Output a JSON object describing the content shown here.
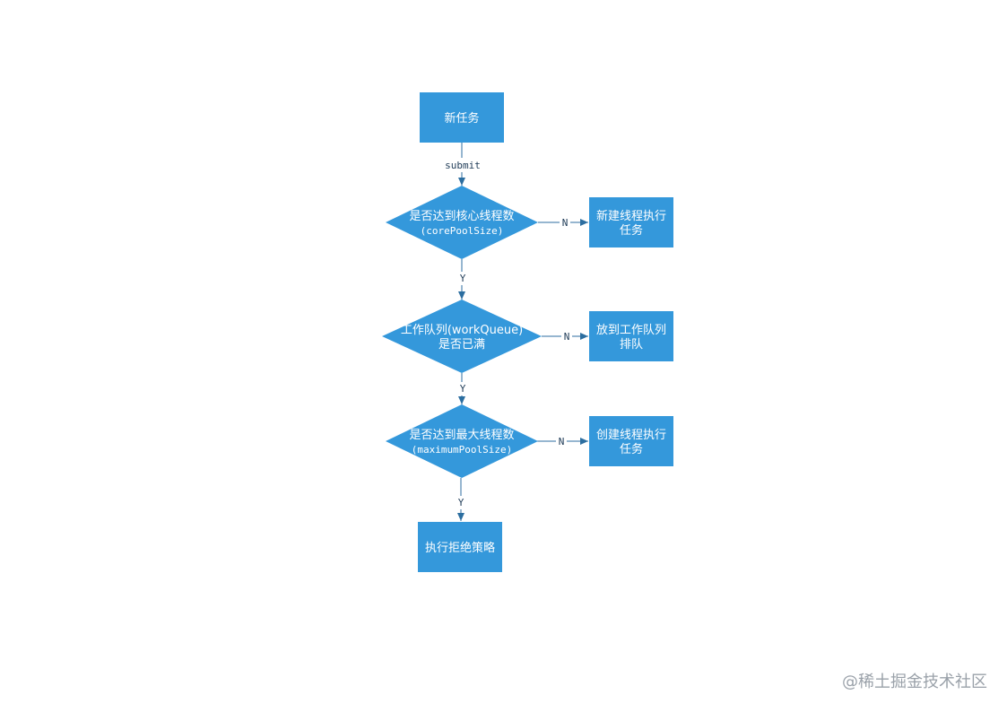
{
  "nodes": {
    "start": {
      "text": "新任务"
    },
    "decision_core": {
      "line1": "是否达到核心线程数",
      "line2": "(corePoolSize)"
    },
    "action_core": {
      "line1": "新建线程执行",
      "line2": "任务"
    },
    "decision_queue": {
      "line1": "工作队列(workQueue)",
      "line2": "是否已满"
    },
    "action_queue": {
      "line1": "放到工作队列",
      "line2": "排队"
    },
    "decision_max": {
      "line1": "是否达到最大线程数",
      "line2": "(maximumPoolSize)"
    },
    "action_max": {
      "line1": "创建线程执行",
      "line2": "任务"
    },
    "reject": {
      "text": "执行拒绝策略"
    }
  },
  "edges": {
    "submit": "submit",
    "core_no": "N",
    "core_yes": "Y",
    "queue_no": "N",
    "queue_yes": "Y",
    "max_no": "N",
    "max_yes": "Y"
  },
  "watermark": "@稀土掘金技术社区",
  "colors": {
    "fill": "#3498db",
    "line": "#2c6ea0",
    "label": "#1f3b57"
  }
}
